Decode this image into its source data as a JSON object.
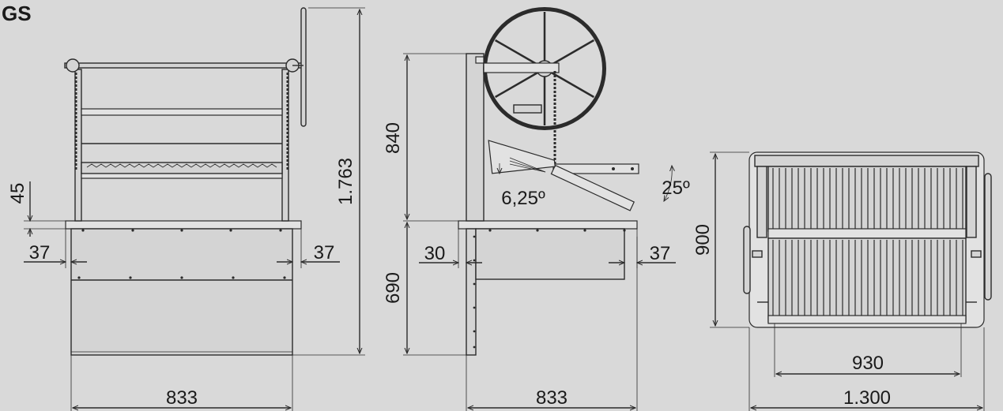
{
  "title": "GS",
  "colors": {
    "background": "#d9d9d9",
    "line": "#2b2b2b",
    "text": "#1a1a1a"
  },
  "front_view": {
    "height_total": "1.763",
    "height_top": "45",
    "offset_left": "37",
    "offset_right": "37",
    "width": "833"
  },
  "side_view": {
    "height_upper": "840",
    "height_lower": "690",
    "offset_left": "30",
    "offset_right": "37",
    "width": "833",
    "angle_small": "6,25º",
    "angle_large": "25º"
  },
  "top_view": {
    "depth": "900",
    "inner_width": "930",
    "outer_width": "1.300"
  }
}
